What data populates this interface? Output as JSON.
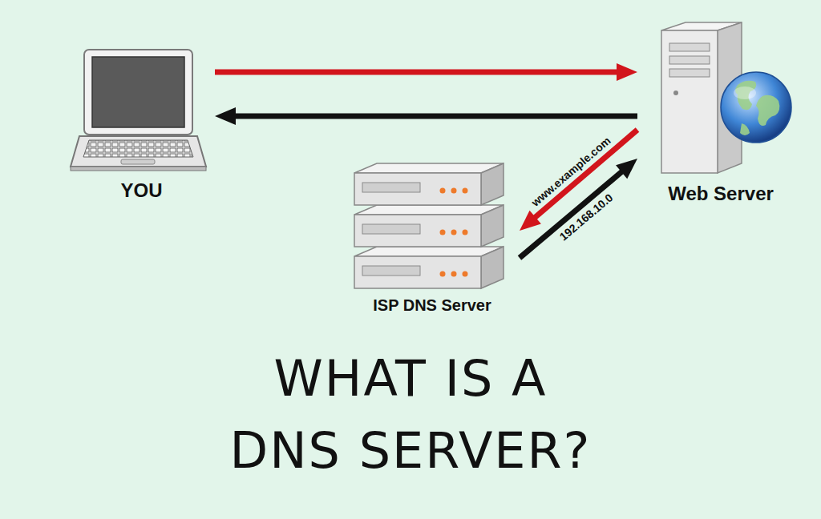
{
  "diagram": {
    "title": "WHAT IS A DNS SERVER?",
    "nodes": [
      {
        "text": [
          "YOU"
        ]
      },
      {
        "text": [
          "Web Server"
        ]
      },
      {
        "text": [
          "ISP DNS Server"
        ]
      }
    ],
    "edges": [
      {
        "from": 0,
        "to": 1,
        "arrow": "to"
      },
      {
        "from": 1,
        "to": 0,
        "arrow": "to"
      },
      {
        "from": 1,
        "to": 2,
        "label": "www.example.com",
        "arrow": "to"
      },
      {
        "from": 2,
        "to": 1,
        "label": "192.168.10.0",
        "arrow": "to"
      }
    ]
  }
}
